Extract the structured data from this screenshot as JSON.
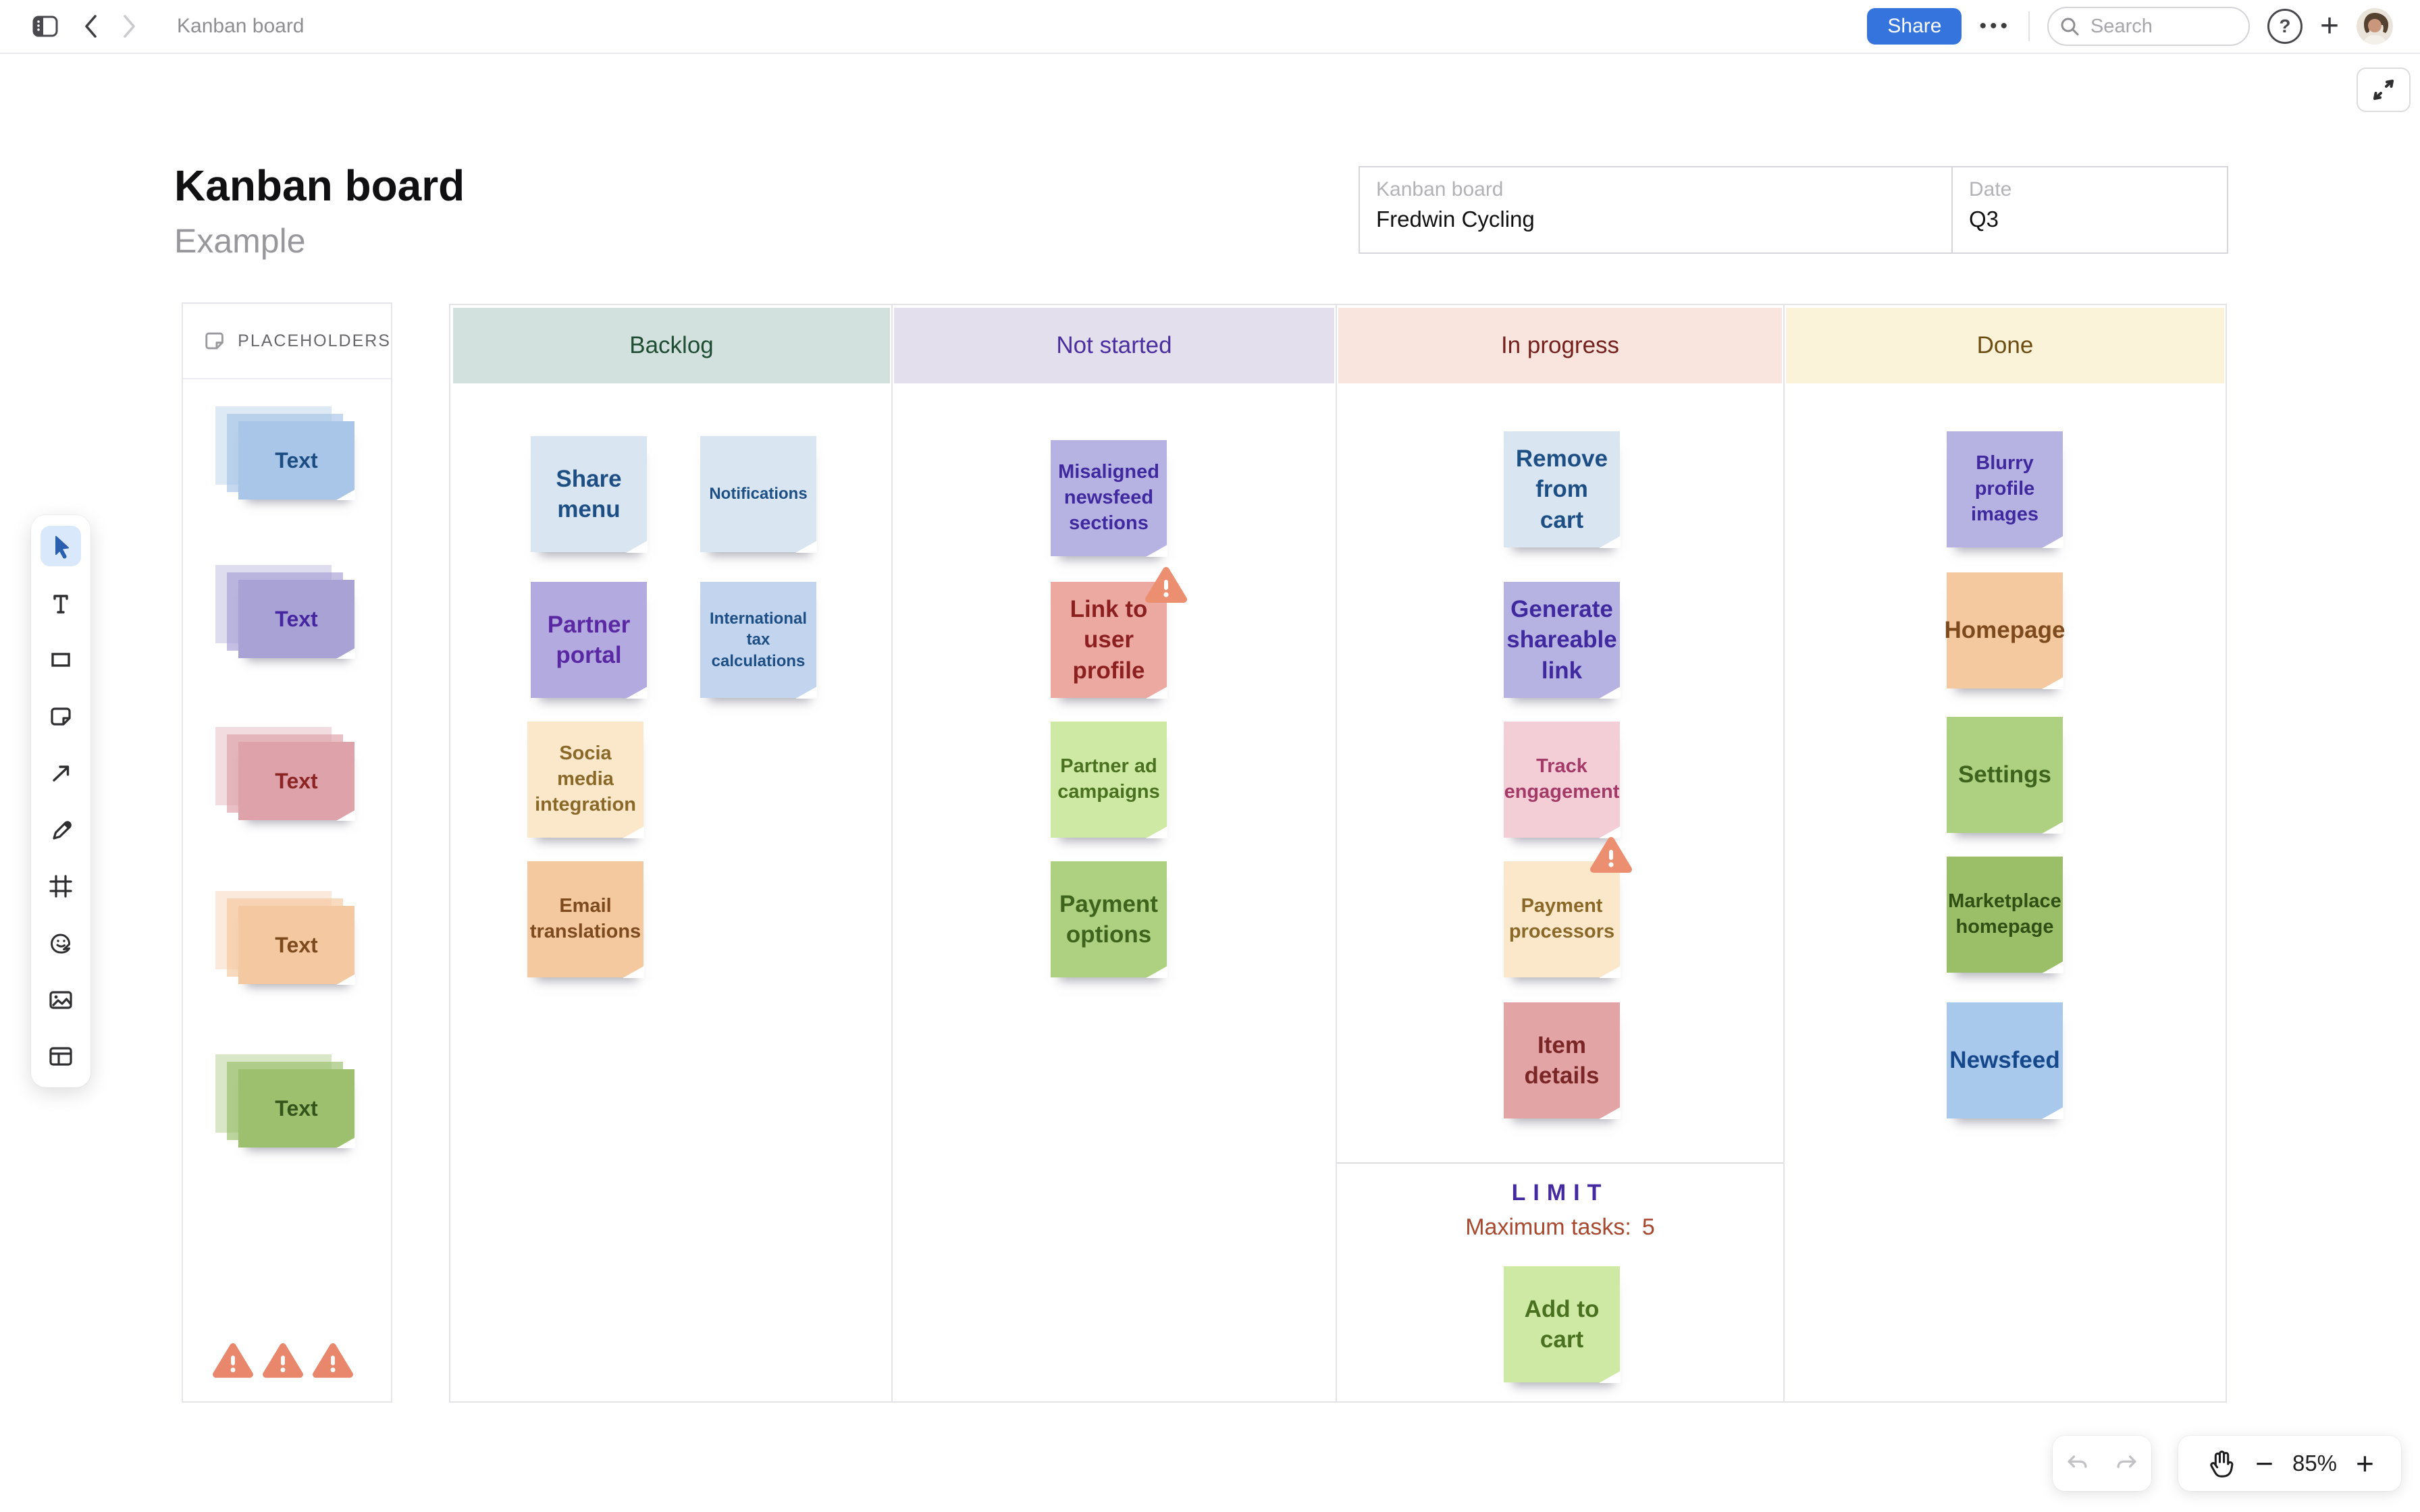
{
  "topbar": {
    "title": "Kanban board",
    "share_label": "Share",
    "search_placeholder": "Search",
    "more_glyph": "•••",
    "help_glyph": "?",
    "plus_glyph": "+"
  },
  "header": {
    "title": "Kanban board",
    "subtitle": "Example",
    "meta": {
      "name_label": "Kanban board",
      "name_value": "Fredwin Cycling",
      "date_label": "Date",
      "date_value": "Q3"
    }
  },
  "toolbar": {
    "tools": [
      {
        "name": "select",
        "active": true
      },
      {
        "name": "text",
        "active": false
      },
      {
        "name": "shape",
        "active": false
      },
      {
        "name": "sticky-note",
        "active": false
      },
      {
        "name": "arrow",
        "active": false
      },
      {
        "name": "pen",
        "active": false
      },
      {
        "name": "frame",
        "active": false
      },
      {
        "name": "sticker",
        "active": false
      },
      {
        "name": "image",
        "active": false
      },
      {
        "name": "table",
        "active": false
      }
    ]
  },
  "placeholders": {
    "title": "PLACEHOLDERS",
    "stacks": [
      {
        "label": "Text",
        "color": "stack-blue"
      },
      {
        "label": "Text",
        "color": "stack-purple"
      },
      {
        "label": "Text",
        "color": "stack-red"
      },
      {
        "label": "Text",
        "color": "stack-orange"
      },
      {
        "label": "Text",
        "color": "stack-green"
      }
    ],
    "warning_count": 3
  },
  "board": {
    "columns": [
      {
        "label": "Backlog",
        "header_bg": "#d2e0de",
        "header_text": "#1e4d33",
        "cards": [
          {
            "label": "Share menu",
            "color": "blue-light"
          },
          {
            "label": "Notifications",
            "color": "blue-light"
          },
          {
            "label": "Partner portal",
            "color": "purple"
          },
          {
            "label": "International tax calculations",
            "color": "blue-mid"
          },
          {
            "label": "Socia media integration",
            "color": "cream"
          },
          {
            "label": "Email translations",
            "color": "peach"
          }
        ]
      },
      {
        "label": "Not started",
        "header_bg": "#e3dfec",
        "header_text": "#4a2d9e",
        "cards": [
          {
            "label": "Misaligned newsfeed sections",
            "color": "periwinkle"
          },
          {
            "label": "Link to user profile",
            "color": "salmon",
            "warning": true
          },
          {
            "label": "Partner ad campaigns",
            "color": "green-light"
          },
          {
            "label": "Payment options",
            "color": "green"
          }
        ]
      },
      {
        "label": "In progress",
        "header_bg": "#fae4de",
        "header_text": "#74201c",
        "cards": [
          {
            "label": "Remove from cart",
            "color": "blue-light"
          },
          {
            "label": "Generate shareable link",
            "color": "periwinkle"
          },
          {
            "label": "Track engagement",
            "color": "pink"
          },
          {
            "label": "Payment processors",
            "color": "cream",
            "warning": true
          },
          {
            "label": "Item details",
            "color": "rose"
          }
        ]
      },
      {
        "label": "Done",
        "header_bg": "#faf3da",
        "header_text": "#6d4c12",
        "cards": [
          {
            "label": "Blurry profile images",
            "color": "periwinkle"
          },
          {
            "label": "Homepage",
            "color": "peach"
          },
          {
            "label": "Settings",
            "color": "green"
          },
          {
            "label": "Marketplace homepage",
            "color": "green-dark"
          },
          {
            "label": "Newsfeed",
            "color": "blue"
          }
        ]
      }
    ],
    "limit": {
      "title": "LIMIT",
      "label": "Maximum tasks:",
      "value": "5",
      "card": {
        "label": "Add to cart",
        "color": "green-light"
      }
    }
  },
  "controls": {
    "zoom_level": "85%",
    "minus_glyph": "−",
    "plus_glyph": "+"
  }
}
